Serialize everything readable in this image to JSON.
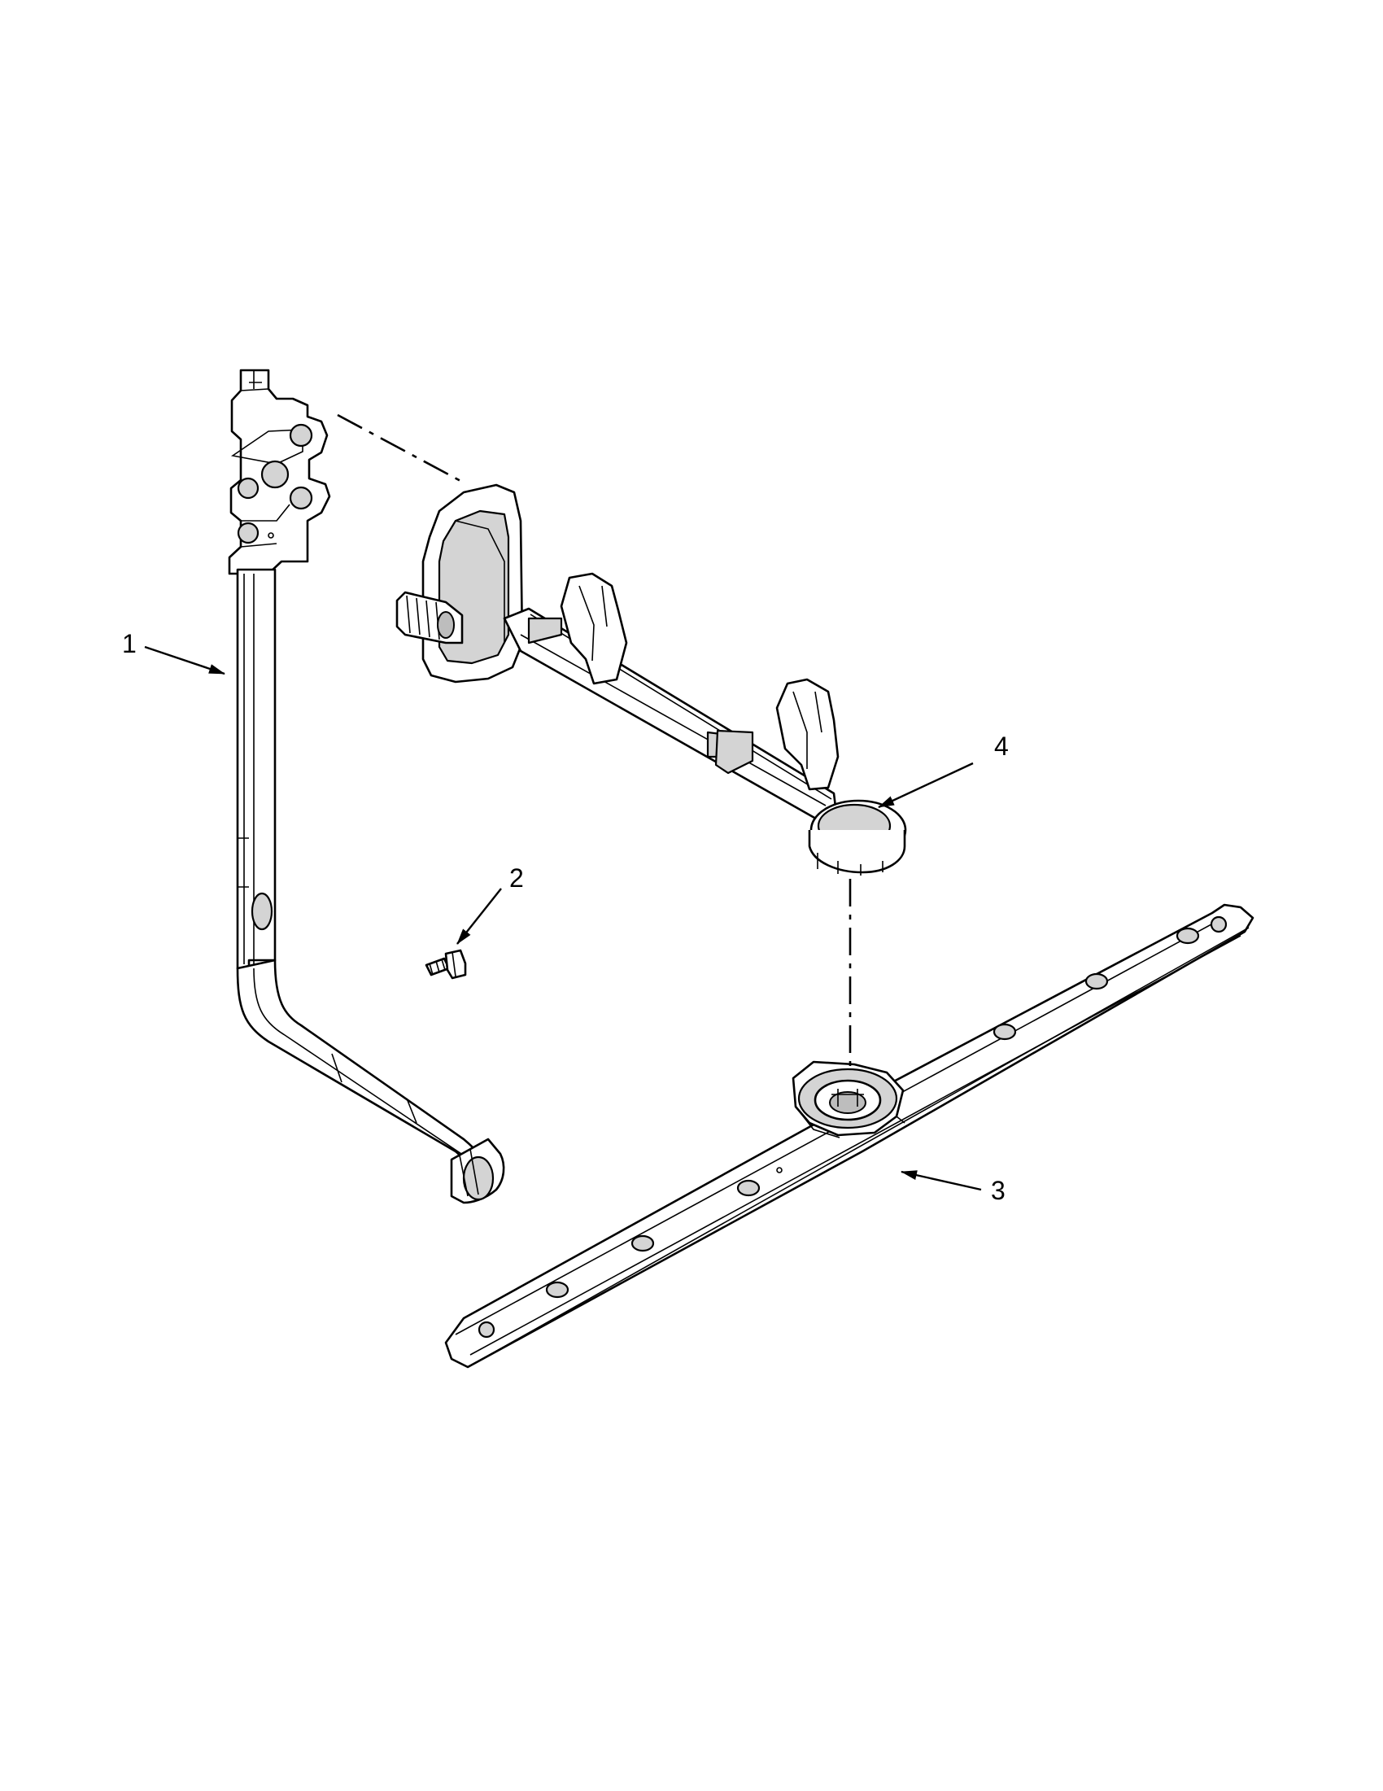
{
  "diagram": {
    "callouts": [
      {
        "id": "1",
        "label": "1"
      },
      {
        "id": "2",
        "label": "2"
      },
      {
        "id": "3",
        "label": "3"
      },
      {
        "id": "4",
        "label": "4"
      }
    ],
    "colors": {
      "line": "#000000",
      "shade": "#d4d4d4",
      "background": "#ffffff"
    }
  }
}
